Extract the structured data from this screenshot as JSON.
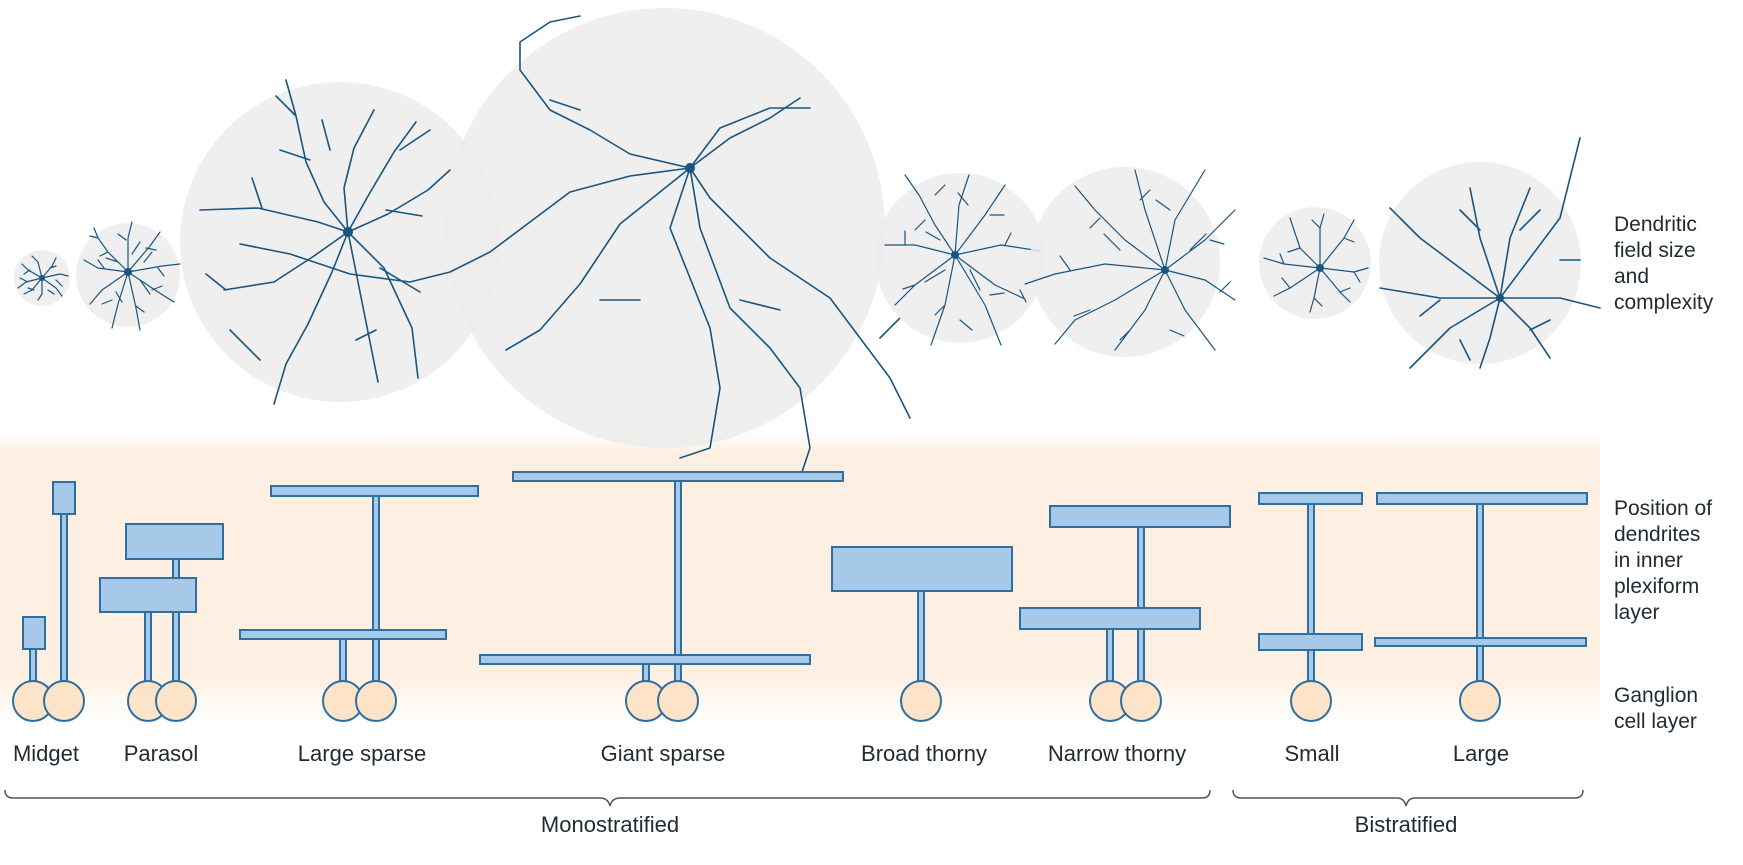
{
  "side_labels": {
    "dendritic": [
      "Dendritic",
      "field size",
      "and",
      "complexity"
    ],
    "position": [
      "Position of",
      "dendrites",
      "in inner",
      "plexiform",
      "layer"
    ],
    "ganglion": [
      "Ganglion",
      "cell layer"
    ]
  },
  "cells": [
    {
      "key": "midget",
      "label": "Midget"
    },
    {
      "key": "parasol",
      "label": "Parasol"
    },
    {
      "key": "large-sparse",
      "label": "Large sparse"
    },
    {
      "key": "giant-sparse",
      "label": "Giant sparse"
    },
    {
      "key": "broad-thorny",
      "label": "Broad thorny"
    },
    {
      "key": "narrow-thorny",
      "label": "Narrow thorny"
    },
    {
      "key": "small-bistratified",
      "label": "Small"
    },
    {
      "key": "large-bistratified",
      "label": "Large"
    }
  ],
  "groups": {
    "mono": "Monostratified",
    "bi": "Bistratified"
  },
  "colors": {
    "dendrite": "#1a5580",
    "field": "#ececec",
    "ipl_band": "#fdf0e2",
    "stratum_fill": "#a6c8e9",
    "stratum_stroke": "#2e6f9f",
    "soma_fill": "#fde3c8"
  }
}
